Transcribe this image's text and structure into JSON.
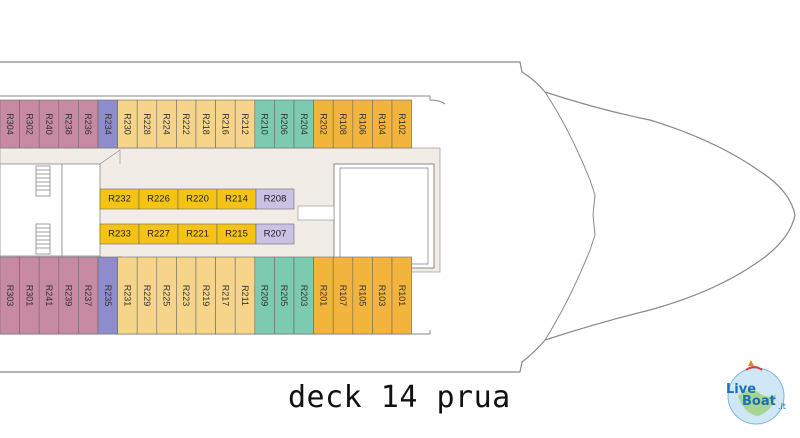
{
  "title": "deck 14 prua",
  "logo": {
    "part1": "Live",
    "part2": "Boat",
    "part3": ".it"
  },
  "colors": {
    "maroon": "#c78aa3",
    "purple": "#8e8ccc",
    "yellow": "#f6d48a",
    "teal": "#7ccab0",
    "orange": "#f2b43c",
    "lavender": "#c9c2e4",
    "gold": "#f5c413",
    "hull": "#ffffff",
    "corridor": "#f1ece6"
  },
  "cabins": {
    "top_row": [
      {
        "label": "R304",
        "color": "maroon"
      },
      {
        "label": "R302",
        "color": "maroon"
      },
      {
        "label": "R240",
        "color": "maroon"
      },
      {
        "label": "R238",
        "color": "maroon"
      },
      {
        "label": "R236",
        "color": "maroon"
      },
      {
        "label": "R234",
        "color": "purple"
      },
      {
        "label": "R230",
        "color": "yellow"
      },
      {
        "label": "R228",
        "color": "yellow"
      },
      {
        "label": "R224",
        "color": "yellow"
      },
      {
        "label": "R222",
        "color": "yellow"
      },
      {
        "label": "R218",
        "color": "yellow"
      },
      {
        "label": "R216",
        "color": "yellow"
      },
      {
        "label": "R212",
        "color": "yellow"
      },
      {
        "label": "R210",
        "color": "teal"
      },
      {
        "label": "R206",
        "color": "teal"
      },
      {
        "label": "R204",
        "color": "teal"
      },
      {
        "label": "R202",
        "color": "orange"
      },
      {
        "label": "R108",
        "color": "orange"
      },
      {
        "label": "R106",
        "color": "orange"
      },
      {
        "label": "R104",
        "color": "orange"
      },
      {
        "label": "R102",
        "color": "orange"
      }
    ],
    "bottom_row": [
      {
        "label": "R303",
        "color": "maroon"
      },
      {
        "label": "R301",
        "color": "maroon"
      },
      {
        "label": "R241",
        "color": "maroon"
      },
      {
        "label": "R239",
        "color": "maroon"
      },
      {
        "label": "R237",
        "color": "maroon"
      },
      {
        "label": "R235",
        "color": "purple"
      },
      {
        "label": "R231",
        "color": "yellow"
      },
      {
        "label": "R229",
        "color": "yellow"
      },
      {
        "label": "R225",
        "color": "yellow"
      },
      {
        "label": "R223",
        "color": "yellow"
      },
      {
        "label": "R219",
        "color": "yellow"
      },
      {
        "label": "R217",
        "color": "yellow"
      },
      {
        "label": "R211",
        "color": "yellow"
      },
      {
        "label": "R209",
        "color": "teal"
      },
      {
        "label": "R205",
        "color": "teal"
      },
      {
        "label": "R203",
        "color": "teal"
      },
      {
        "label": "R201",
        "color": "orange"
      },
      {
        "label": "R107",
        "color": "orange"
      },
      {
        "label": "R105",
        "color": "orange"
      },
      {
        "label": "R103",
        "color": "orange"
      },
      {
        "label": "R101",
        "color": "orange"
      }
    ],
    "inner_top": [
      {
        "label": "R232",
        "color": "gold"
      },
      {
        "label": "R226",
        "color": "gold"
      },
      {
        "label": "R220",
        "color": "gold"
      },
      {
        "label": "R214",
        "color": "gold"
      },
      {
        "label": "R208",
        "color": "lavender"
      }
    ],
    "inner_bottom": [
      {
        "label": "R233",
        "color": "gold"
      },
      {
        "label": "R227",
        "color": "gold"
      },
      {
        "label": "R221",
        "color": "gold"
      },
      {
        "label": "R215",
        "color": "gold"
      },
      {
        "label": "R207",
        "color": "lavender"
      }
    ]
  }
}
